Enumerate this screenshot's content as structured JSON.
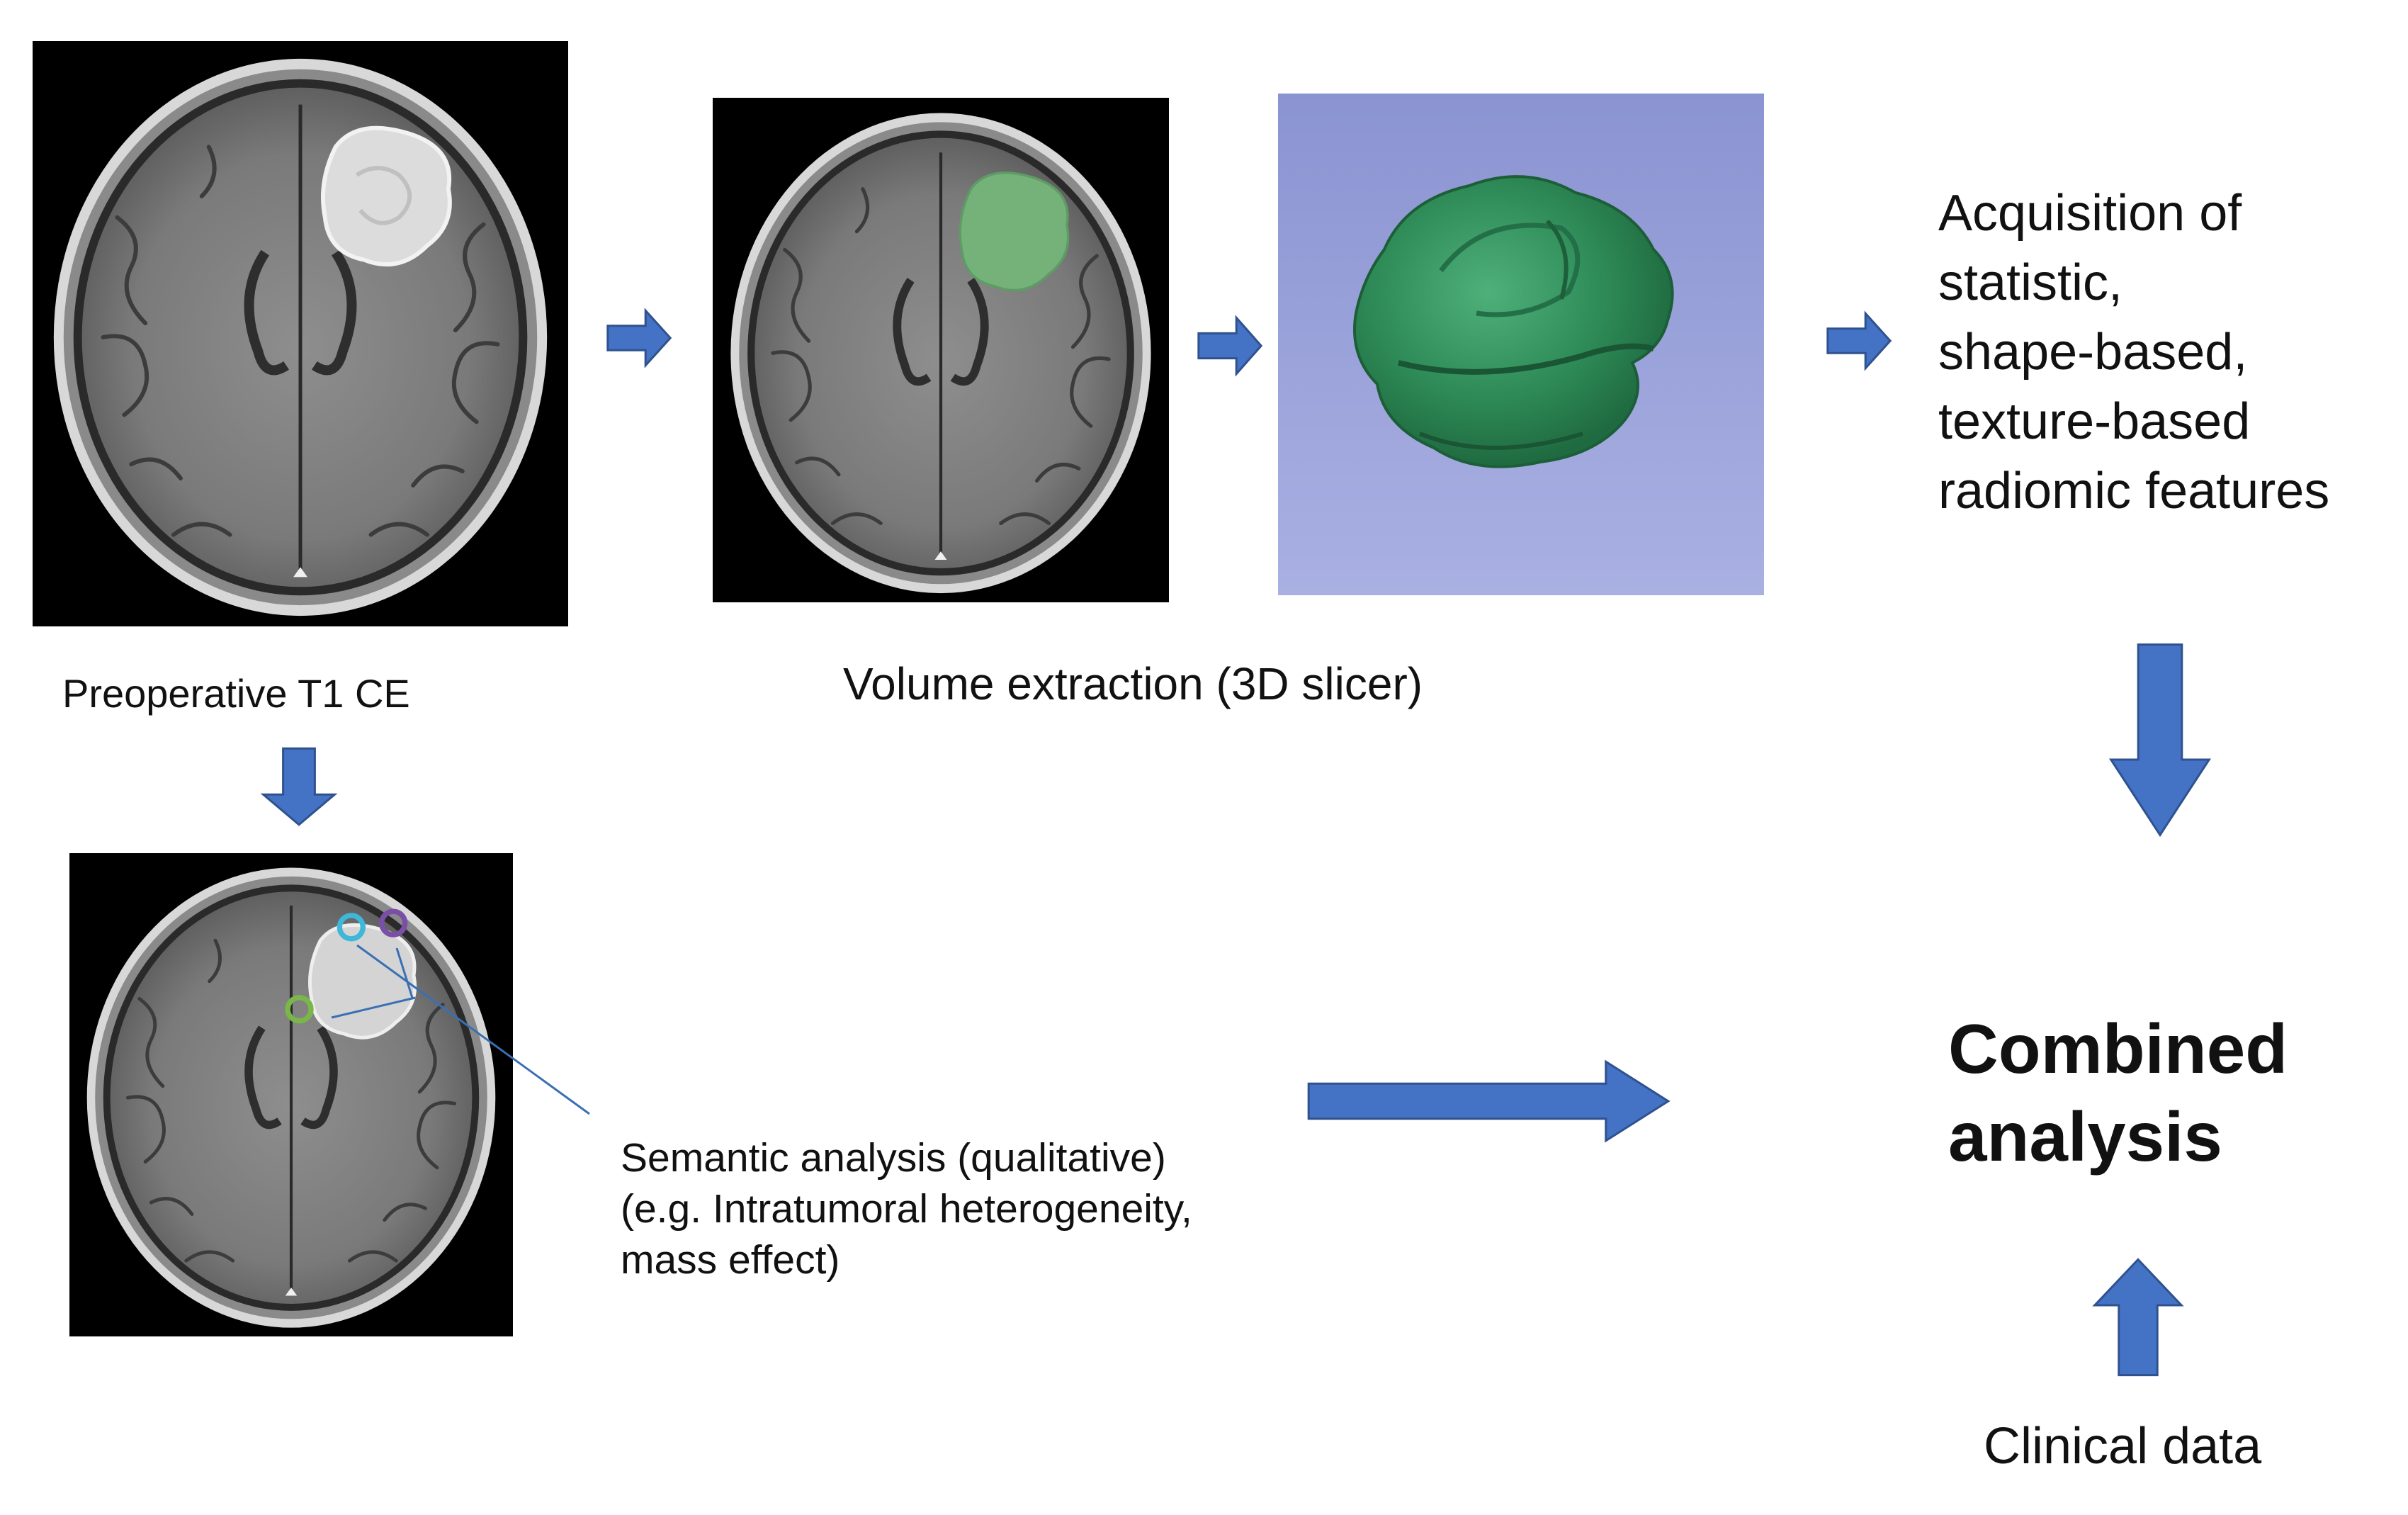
{
  "labels": {
    "preoperative": "Preoperative T1 CE",
    "volume_extraction": "Volume extraction (3D slicer)",
    "features": [
      "Acquisition of",
      "statistic,",
      "shape-based,",
      "texture-based",
      "radiomic features"
    ],
    "semantic": [
      "Semantic analysis (qualitative)",
      "(e.g. Intratumoral heterogeneity,",
      "mass effect)"
    ],
    "combined": [
      "Combined",
      "analysis"
    ],
    "clinical": "Clinical data"
  },
  "colors": {
    "arrow_fill": "#4472c4",
    "arrow_stroke": "#2f528f",
    "segmentation_green": "#74b27a",
    "model_green": "#2e8b57",
    "slicer_bg_top": "#8b94d2",
    "slicer_bg_bottom": "#a9b0e2",
    "marker_cyan": "#3fb7d8",
    "marker_purple": "#7a4fa6",
    "marker_green": "#7ab648",
    "leader_line": "#3a6fb4"
  },
  "icons": {
    "arrow": "block-arrow-icon"
  }
}
